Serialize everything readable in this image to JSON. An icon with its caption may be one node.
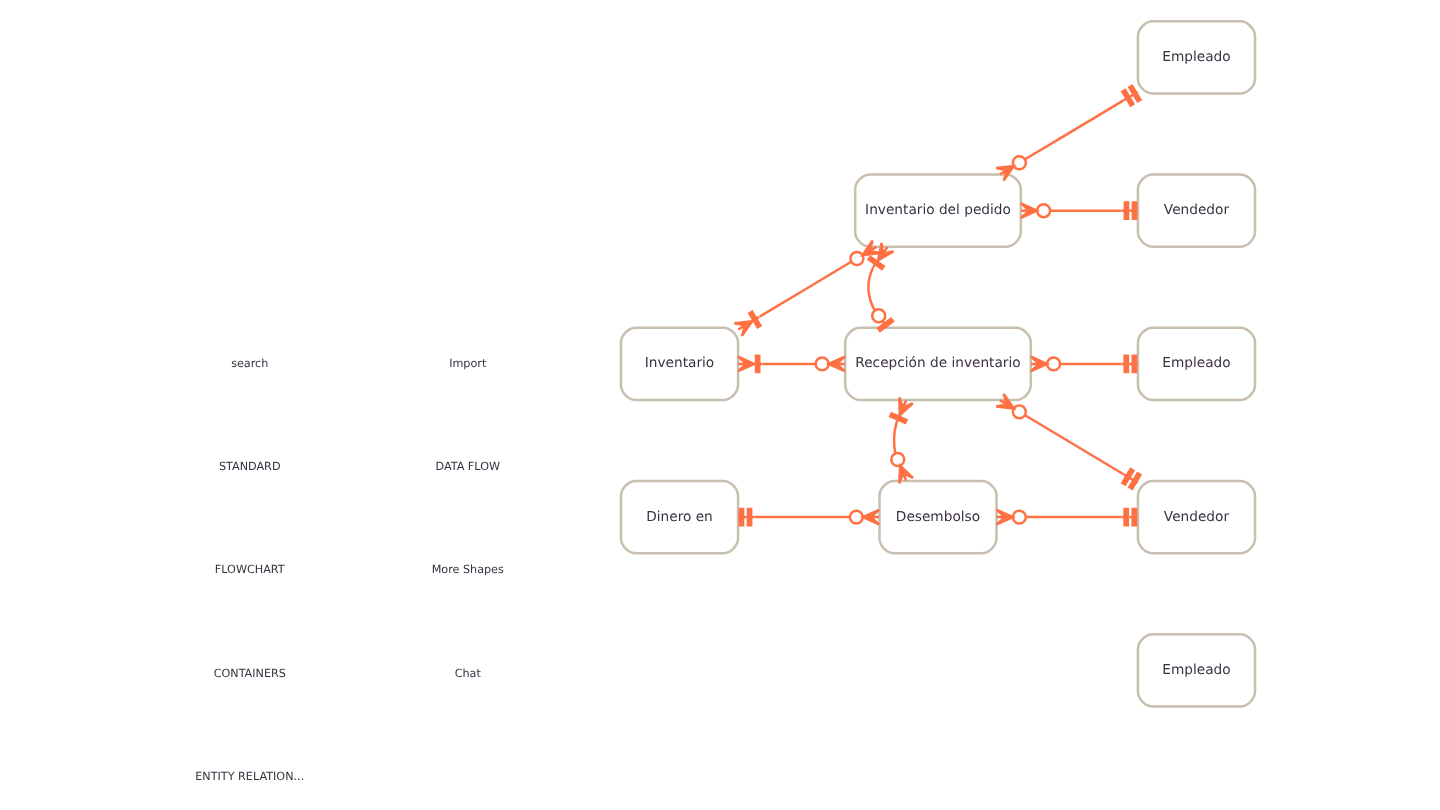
{
  "diagram": {
    "nodes": [
      {
        "text": [
          "Inventario"
        ]
      },
      {
        "text": [
          "Inventario del pedido"
        ]
      },
      {
        "text": [
          "Empleado"
        ]
      },
      {
        "text": [
          "Vendedor"
        ]
      },
      {
        "text": [
          "Recepción de inventario"
        ]
      },
      {
        "text": [
          "Empleado"
        ]
      },
      {
        "text": [
          "Vendedor"
        ]
      },
      {
        "text": [
          "Dinero en"
        ]
      },
      {
        "text": [
          "Desembolso"
        ]
      },
      {
        "text": [
          "Empleado"
        ]
      }
    ],
    "edges": [
      {
        "from": 0,
        "to": 1,
        "arrow": "other"
      },
      {
        "from": 1,
        "to": 2,
        "arrow": "other"
      },
      {
        "from": 1,
        "to": 3,
        "arrow": "other"
      },
      {
        "from": 0,
        "to": 4,
        "arrow": "other"
      },
      {
        "from": 1,
        "to": 4,
        "arrow": "other"
      },
      {
        "from": 4,
        "to": 5,
        "arrow": "other"
      },
      {
        "from": 4,
        "to": 6,
        "arrow": "other"
      },
      {
        "from": 4,
        "to": 8,
        "arrow": "other"
      },
      {
        "from": 8,
        "to": 6,
        "arrow": "other"
      },
      {
        "from": 7,
        "to": 8,
        "arrow": "other"
      }
    ],
    "labels": [
      "search",
      "STANDARD",
      "FLOWCHART",
      "CONTAINERS",
      "ENTITY RELATION...",
      "Import",
      "DATA FLOW",
      "More Shapes",
      "Chat"
    ]
  }
}
